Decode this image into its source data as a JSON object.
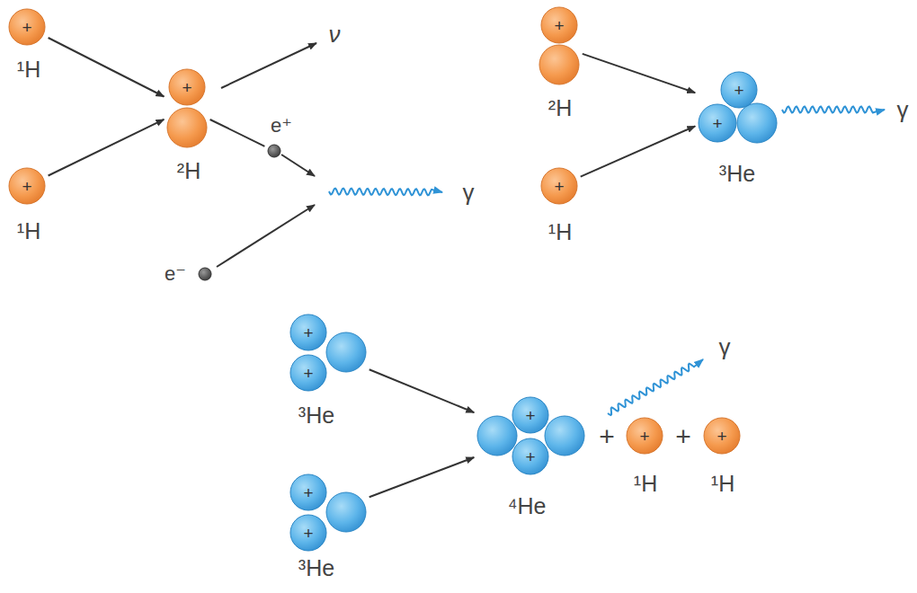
{
  "diagram": {
    "nodes": [
      {
        "text": [
          "+",
          "¹H"
        ]
      },
      {
        "text": [
          "+",
          "¹H"
        ]
      },
      {
        "text": [
          "+",
          "²H"
        ]
      },
      {
        "text": [
          "e⁺"
        ]
      },
      {
        "text": [
          "e⁻"
        ]
      },
      {
        "text": [
          "+",
          "²H"
        ]
      },
      {
        "text": [
          "+",
          "¹H"
        ]
      },
      {
        "text": [
          "+",
          "+",
          "³He"
        ]
      },
      {
        "text": [
          "+",
          "+",
          "³He"
        ]
      },
      {
        "text": [
          "+",
          "+",
          "³He"
        ]
      },
      {
        "text": [
          "+",
          "+",
          "⁴He"
        ]
      },
      {
        "text": [
          "+",
          "¹H"
        ]
      },
      {
        "text": [
          "+",
          "¹H"
        ]
      }
    ],
    "edges": [
      {
        "from": 0,
        "to": 2,
        "arrow": "to"
      },
      {
        "from": 1,
        "to": 2,
        "arrow": "to"
      },
      {
        "from": 2,
        "to": 3,
        "arrow": "none"
      },
      {
        "from": 5,
        "to": 7,
        "arrow": "to"
      },
      {
        "from": 6,
        "to": 7,
        "arrow": "to"
      },
      {
        "from": 8,
        "to": 10,
        "arrow": "to"
      },
      {
        "from": 9,
        "to": 10,
        "arrow": "to"
      }
    ],
    "labels": [
      "ν",
      "γ",
      "γ",
      "γ",
      "+",
      "+"
    ]
  }
}
